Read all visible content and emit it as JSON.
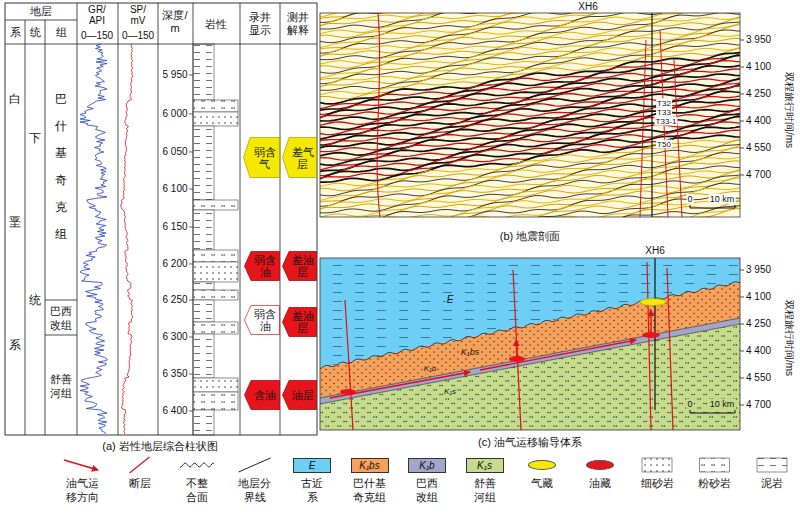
{
  "diagram": {
    "nodes": [
      {
        "text": [
          "弱含气"
        ]
      },
      {
        "text": [
          "差气层"
        ]
      },
      {
        "text": [
          "弱含油"
        ]
      },
      {
        "text": [
          "差油层"
        ]
      },
      {
        "text": [
          "弱含油"
        ]
      },
      {
        "text": [
          "差油层"
        ]
      },
      {
        "text": [
          "含油"
        ]
      },
      {
        "text": [
          "油层"
        ]
      }
    ],
    "labels": [
      "地层",
      "系",
      "统",
      "组",
      "GR/ API",
      "0—150",
      "SP/ mV",
      "0—150",
      "深度/ m",
      "岩性",
      "录井显示",
      "测井解释",
      "白垩系",
      "下统",
      "巴什基奇克组",
      "巴西改组",
      "舒善河组",
      "5 950",
      "6 000",
      "6 050",
      "6 100",
      "6 150",
      "6 200",
      "6 250",
      "6 300",
      "6 350",
      "6 400",
      "(a) 岩性地层综合柱状图",
      "XH6",
      "T32",
      "T33",
      "T33-1",
      "T50",
      "0",
      "10 km",
      "3 950",
      "4 100",
      "4 250",
      "4 400",
      "4 550",
      "4 700",
      "双程旅行时间/ms",
      "(b) 地震剖面",
      "XH6",
      "E",
      "K₁bs",
      "K₁b",
      "K₁s",
      "0",
      "10 km",
      "3 950",
      "4 100",
      "4 250",
      "4 400",
      "4 550",
      "4 700",
      "双程旅行时间/ms",
      "(c) 油气运移输导体系",
      "E",
      "K₁bs",
      "K₁b",
      "K₁s"
    ],
    "legend": [
      {
        "text": "油气运移方向"
      },
      {
        "text": "断层"
      },
      {
        "text": "不整合面"
      },
      {
        "text": "地层分界线"
      },
      {
        "text": "古近系",
        "color": "#6dcff6"
      },
      {
        "text": "巴什基奇克组",
        "color": "#f7a15a"
      },
      {
        "text": "巴西改组",
        "color": "#a3a6cc"
      },
      {
        "text": "舒善河组",
        "color": "#c5dc8c"
      },
      {
        "text": "气藏",
        "color": "#f5e900"
      },
      {
        "text": "油藏",
        "color": "#e8141b"
      },
      {
        "text": "细砂岩"
      },
      {
        "text": "粉砂岩"
      },
      {
        "text": "泥岩"
      }
    ]
  }
}
